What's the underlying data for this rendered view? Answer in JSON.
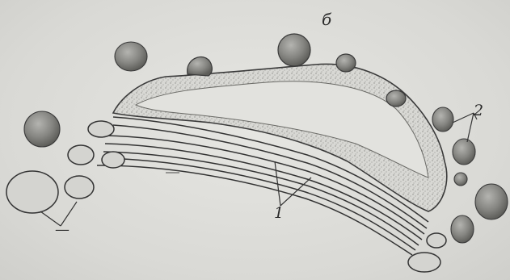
{
  "figure": {
    "panel_letter": "б",
    "labels": {
      "one": "1",
      "two": "2",
      "dash": "—"
    }
  },
  "colors": {
    "background": "#dcdcd8",
    "ink": "#2f2f2f",
    "stipple": "#9a9a96",
    "vesicle_fill": "#8a8a86"
  }
}
